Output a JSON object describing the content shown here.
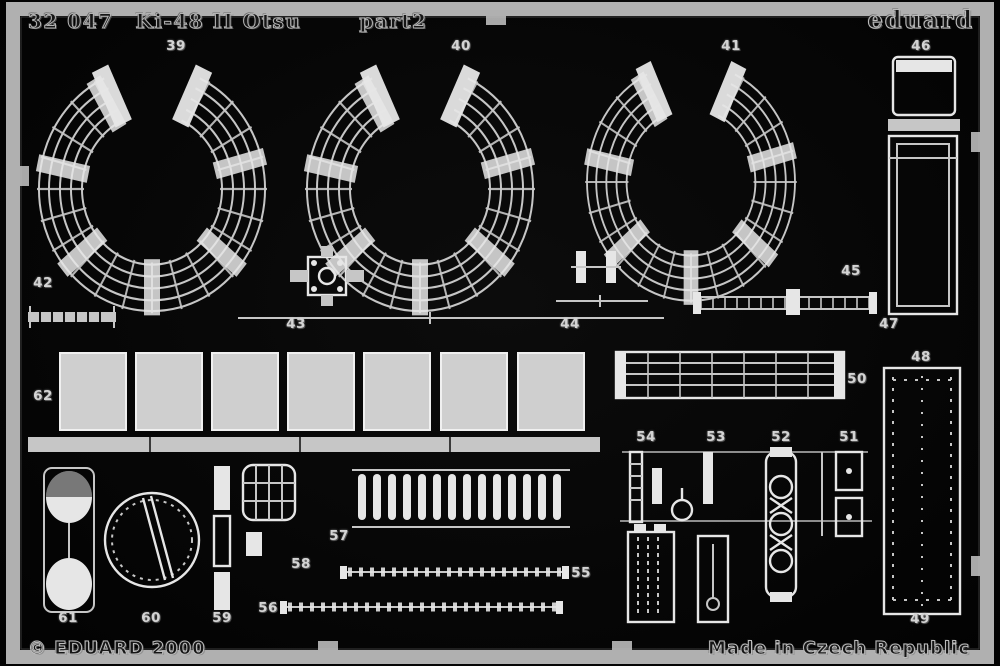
{
  "sheet": {
    "catalog_number": "32 047",
    "title": "Ki-48 II Otsu",
    "subtitle": "part2",
    "brand": "eduard",
    "copyright": "© EDUARD 2000",
    "made_in": "Made in Czech Republic"
  },
  "part_numbers": {
    "p39": "39",
    "p40": "40",
    "p41": "41",
    "p42": "42",
    "p43": "43",
    "p44": "44",
    "p45": "45",
    "p46": "46",
    "p47": "47",
    "p48": "48",
    "p49": "49",
    "p50": "50",
    "p51": "51",
    "p52": "52",
    "p53": "53",
    "p54": "54",
    "p55": "55",
    "p56": "56",
    "p57": "57",
    "p58": "58",
    "p59": "59",
    "p60": "60",
    "p61": "61",
    "p62": "62"
  },
  "colors": {
    "background": "#070707",
    "metal": "#c6c6c6",
    "bright_metal": "#e6e6e6",
    "frame": "#b0b0b0",
    "label_text": "#d4d4d4"
  }
}
